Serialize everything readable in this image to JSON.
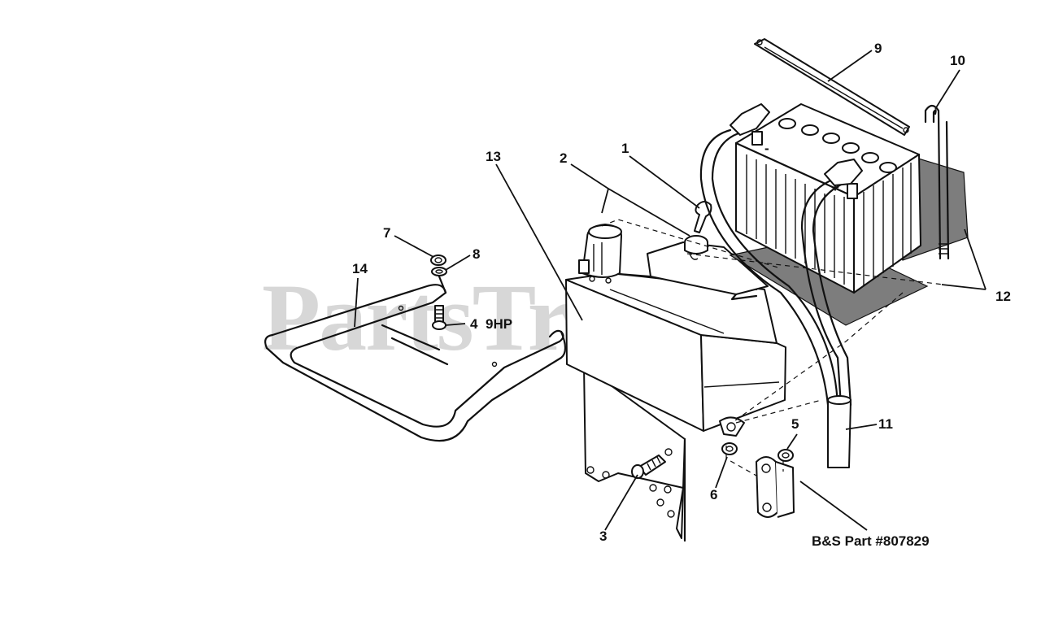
{
  "watermark": "PartsTree",
  "labels": {
    "l1": "1",
    "l2": "2",
    "l3": "3",
    "l4": "4",
    "l5": "5",
    "l6": "6",
    "l7": "7",
    "l8": "8",
    "l9": "9",
    "l10": "10",
    "l11": "11",
    "l12": "12",
    "l13": "13",
    "l14": "14"
  },
  "note_9hp": "9HP",
  "note_part": "B&S Part #807829"
}
